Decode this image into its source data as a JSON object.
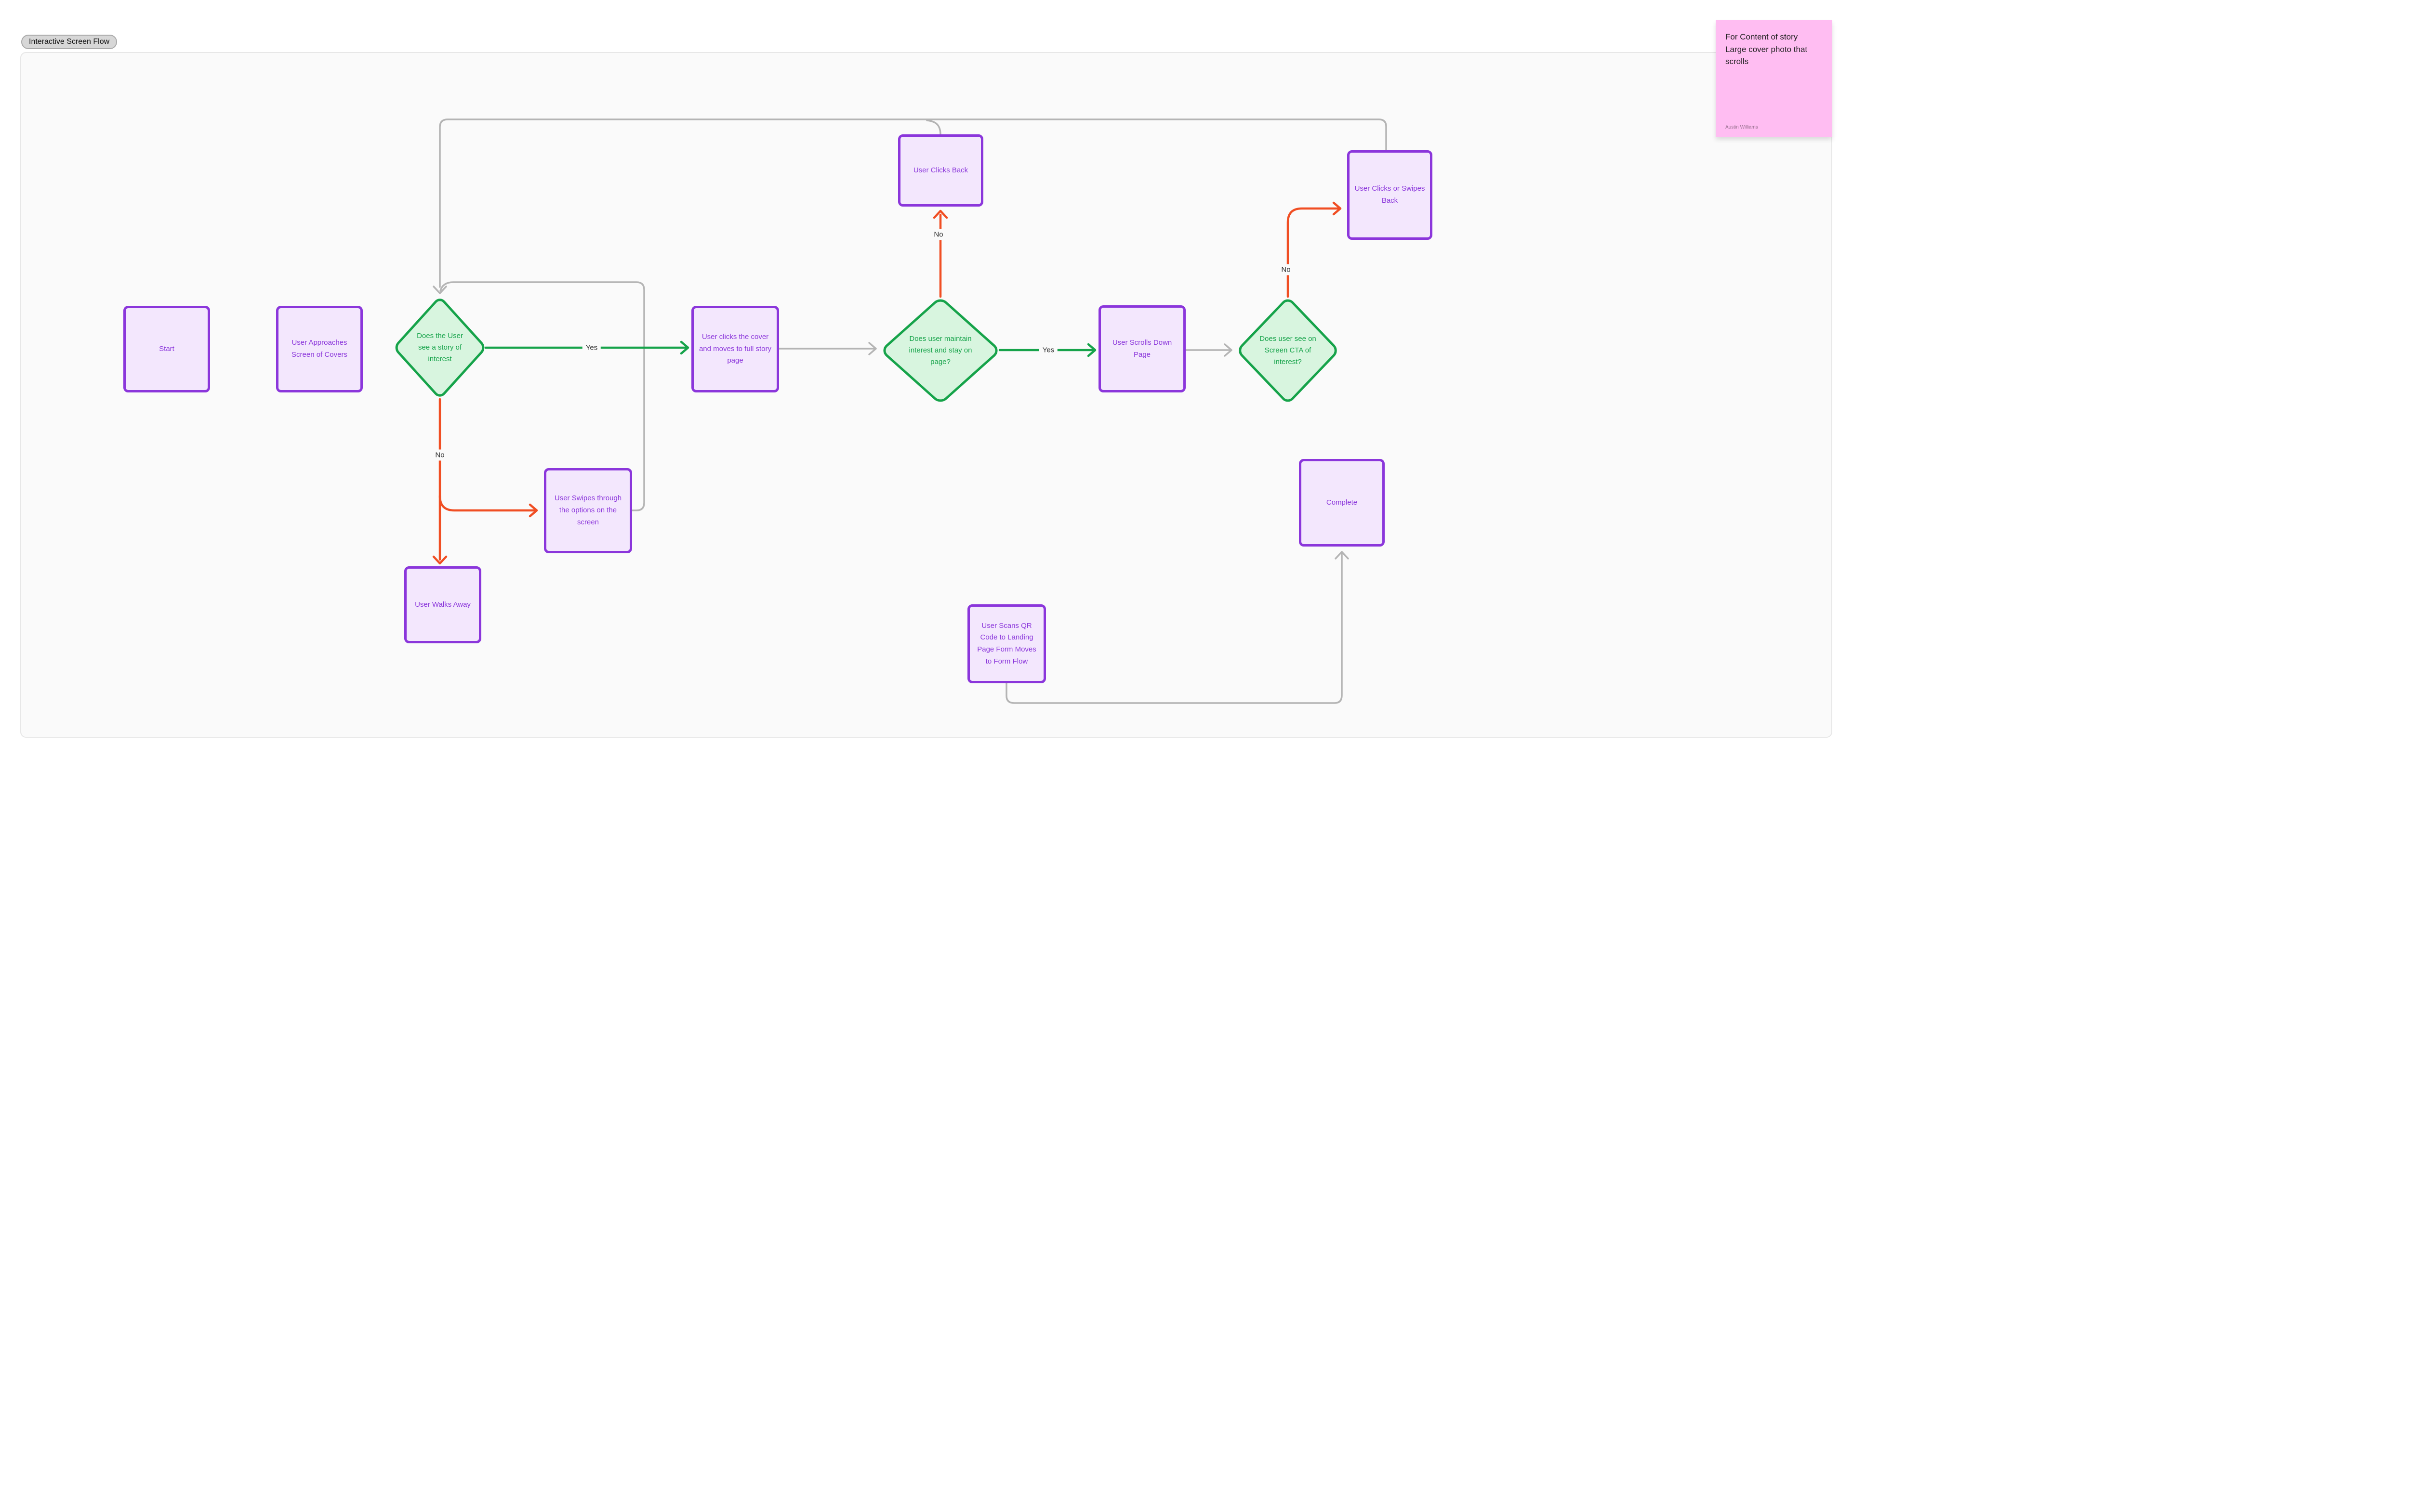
{
  "canvas": {
    "title_chip": "Interactive Screen Flow"
  },
  "sticky_note": {
    "text": "For Content of story\nLarge cover photo that scrolls",
    "author": "Austin Williams"
  },
  "nodes": {
    "start": {
      "type": "process",
      "label": "Start"
    },
    "approaches": {
      "type": "process",
      "label": "User Approaches Screen of Covers"
    },
    "decision_story": {
      "type": "decision",
      "label": "Does the User see a story of interest"
    },
    "clicks_cover": {
      "type": "process",
      "label": "User clicks the cover and moves to full story page"
    },
    "clicks_back": {
      "type": "process",
      "label": "User Clicks Back"
    },
    "decision_interest": {
      "type": "decision",
      "label": "Does user maintain interest and stay on page?"
    },
    "scrolls_down": {
      "type": "process",
      "label": "User Scrolls Down Page"
    },
    "decision_cta": {
      "type": "decision",
      "label": "Does user see on Screen CTA of interest?"
    },
    "clicks_swipes_back": {
      "type": "process",
      "label": "User Clicks or Swipes Back"
    },
    "complete": {
      "type": "process",
      "label": "Complete"
    },
    "swipes_options": {
      "type": "process",
      "label": "User Swipes through the options on the screen"
    },
    "walks_away": {
      "type": "process",
      "label": "User Walks Away"
    },
    "scans_qr": {
      "type": "process",
      "label": "User Scans QR Code to Landing Page Form Moves to Form Flow"
    }
  },
  "edge_labels": {
    "story_yes": "Yes",
    "story_no": "No",
    "interest_yes": "Yes",
    "interest_no": "No",
    "cta_no": "No"
  },
  "edges": [
    {
      "from": "decision_story",
      "to": "clicks_cover",
      "label": "Yes",
      "color": "green"
    },
    {
      "from": "decision_story",
      "to": "walks_away",
      "label": "No",
      "color": "orange"
    },
    {
      "from": "decision_story",
      "to": "swipes_options",
      "label": "No",
      "color": "orange"
    },
    {
      "from": "swipes_options",
      "to": "decision_story",
      "label": "",
      "color": "gray"
    },
    {
      "from": "clicks_cover",
      "to": "decision_interest",
      "label": "",
      "color": "gray"
    },
    {
      "from": "decision_interest",
      "to": "clicks_back",
      "label": "No",
      "color": "orange"
    },
    {
      "from": "decision_interest",
      "to": "scrolls_down",
      "label": "Yes",
      "color": "green"
    },
    {
      "from": "clicks_back",
      "to": "decision_story",
      "label": "",
      "color": "gray"
    },
    {
      "from": "scrolls_down",
      "to": "decision_cta",
      "label": "",
      "color": "gray"
    },
    {
      "from": "decision_cta",
      "to": "clicks_swipes_back",
      "label": "No",
      "color": "orange"
    },
    {
      "from": "clicks_swipes_back",
      "to": "decision_story",
      "label": "",
      "color": "gray"
    },
    {
      "from": "scans_qr",
      "to": "complete",
      "label": "",
      "color": "gray"
    }
  ],
  "colors": {
    "process_fill": "#f3e7fd",
    "process_border": "#8b36db",
    "decision_fill": "#d8f5df",
    "decision_border": "#16a34a",
    "edge_yes": "#16a34a",
    "edge_no": "#f04e23",
    "edge_neutral": "#b4b4b4",
    "sticky_fill": "#ffbdf2",
    "frame_fill": "#fafafa"
  }
}
